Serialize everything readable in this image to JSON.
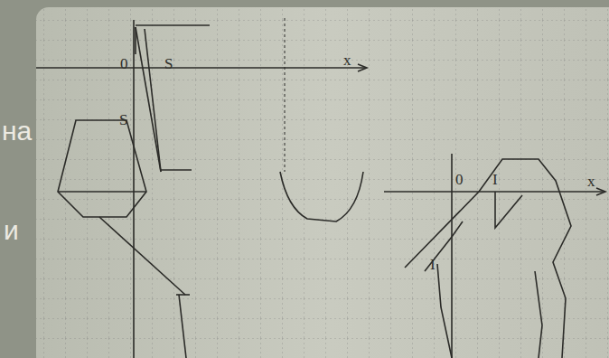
{
  "diagram": {
    "labels": [
      "на",
      "и",
      "0",
      "S",
      "x",
      "S",
      "0",
      "I",
      "x",
      "I"
    ]
  }
}
